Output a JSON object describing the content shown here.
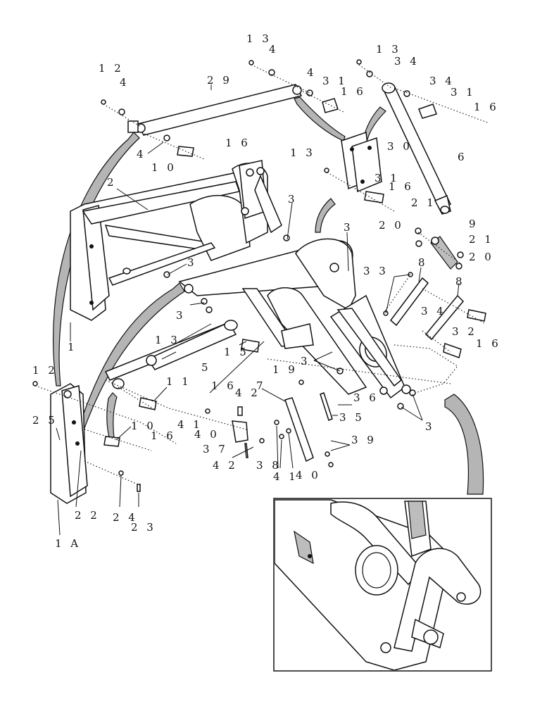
{
  "callouts": [
    {
      "id": "c-13a",
      "text": "1 3"
    },
    {
      "id": "c-4a",
      "text": "4"
    },
    {
      "id": "c-12a",
      "text": "1 2"
    },
    {
      "id": "c-4b",
      "text": "4"
    },
    {
      "id": "c-29",
      "text": "2 9"
    },
    {
      "id": "c-4c",
      "text": "4"
    },
    {
      "id": "c-31a",
      "text": "3 1"
    },
    {
      "id": "c-16a",
      "text": "1 6"
    },
    {
      "id": "c-13b",
      "text": "1 3"
    },
    {
      "id": "c-34a",
      "text": "3 4"
    },
    {
      "id": "c-34b",
      "text": "3 4"
    },
    {
      "id": "c-31b",
      "text": "3 1"
    },
    {
      "id": "c-16b",
      "text": "1 6"
    },
    {
      "id": "c-4d",
      "text": "4"
    },
    {
      "id": "c-16c",
      "text": "1 6"
    },
    {
      "id": "c-10a",
      "text": "1 0"
    },
    {
      "id": "c-13c",
      "text": "1 3"
    },
    {
      "id": "c-30",
      "text": "3 0"
    },
    {
      "id": "c-6",
      "text": "6"
    },
    {
      "id": "c-2",
      "text": "2"
    },
    {
      "id": "c-31c",
      "text": "3 1"
    },
    {
      "id": "c-16d",
      "text": "1 6"
    },
    {
      "id": "c-3a",
      "text": "3"
    },
    {
      "id": "c-21a",
      "text": "2 1"
    },
    {
      "id": "c-20a",
      "text": "2 0"
    },
    {
      "id": "c-9",
      "text": "9"
    },
    {
      "id": "c-21b",
      "text": "2 1"
    },
    {
      "id": "c-20b",
      "text": "2 0"
    },
    {
      "id": "c-3b",
      "text": "3"
    },
    {
      "id": "c-3c",
      "text": "3"
    },
    {
      "id": "c-33",
      "text": "3 3"
    },
    {
      "id": "c-8a",
      "text": "8"
    },
    {
      "id": "c-8b",
      "text": "8"
    },
    {
      "id": "c-3d",
      "text": "3"
    },
    {
      "id": "c-34c",
      "text": "3 4"
    },
    {
      "id": "c-32",
      "text": "3 2"
    },
    {
      "id": "c-16e",
      "text": "1 6"
    },
    {
      "id": "c-1",
      "text": "1"
    },
    {
      "id": "c-13d",
      "text": "1 3"
    },
    {
      "id": "c-15",
      "text": "1 5"
    },
    {
      "id": "c-5",
      "text": "5"
    },
    {
      "id": "c-3e",
      "text": "3"
    },
    {
      "id": "c-19",
      "text": "1 9"
    },
    {
      "id": "c-7",
      "text": "7"
    },
    {
      "id": "c-36",
      "text": "3 6"
    },
    {
      "id": "c-12b",
      "text": "1 2"
    },
    {
      "id": "c-11",
      "text": "1 1"
    },
    {
      "id": "c-16f",
      "text": "1 6"
    },
    {
      "id": "c-42a",
      "text": "4 2"
    },
    {
      "id": "c-35",
      "text": "3 5"
    },
    {
      "id": "c-25",
      "text": "2 5"
    },
    {
      "id": "c-41a",
      "text": "4 1"
    },
    {
      "id": "c-40a",
      "text": "4 0"
    },
    {
      "id": "c-10b",
      "text": "1 0"
    },
    {
      "id": "c-16g",
      "text": "1 6"
    },
    {
      "id": "c-3f",
      "text": "3"
    },
    {
      "id": "c-39",
      "text": "3 9"
    },
    {
      "id": "c-37",
      "text": "3 7"
    },
    {
      "id": "c-42b",
      "text": "4 2"
    },
    {
      "id": "c-38",
      "text": "3 8"
    },
    {
      "id": "c-41b",
      "text": "4 1"
    },
    {
      "id": "c-40b",
      "text": "4 0"
    },
    {
      "id": "c-22",
      "text": "2 2"
    },
    {
      "id": "c-24",
      "text": "2 4"
    },
    {
      "id": "c-23",
      "text": "2 3"
    },
    {
      "id": "c-1A",
      "text": "1 A"
    }
  ]
}
